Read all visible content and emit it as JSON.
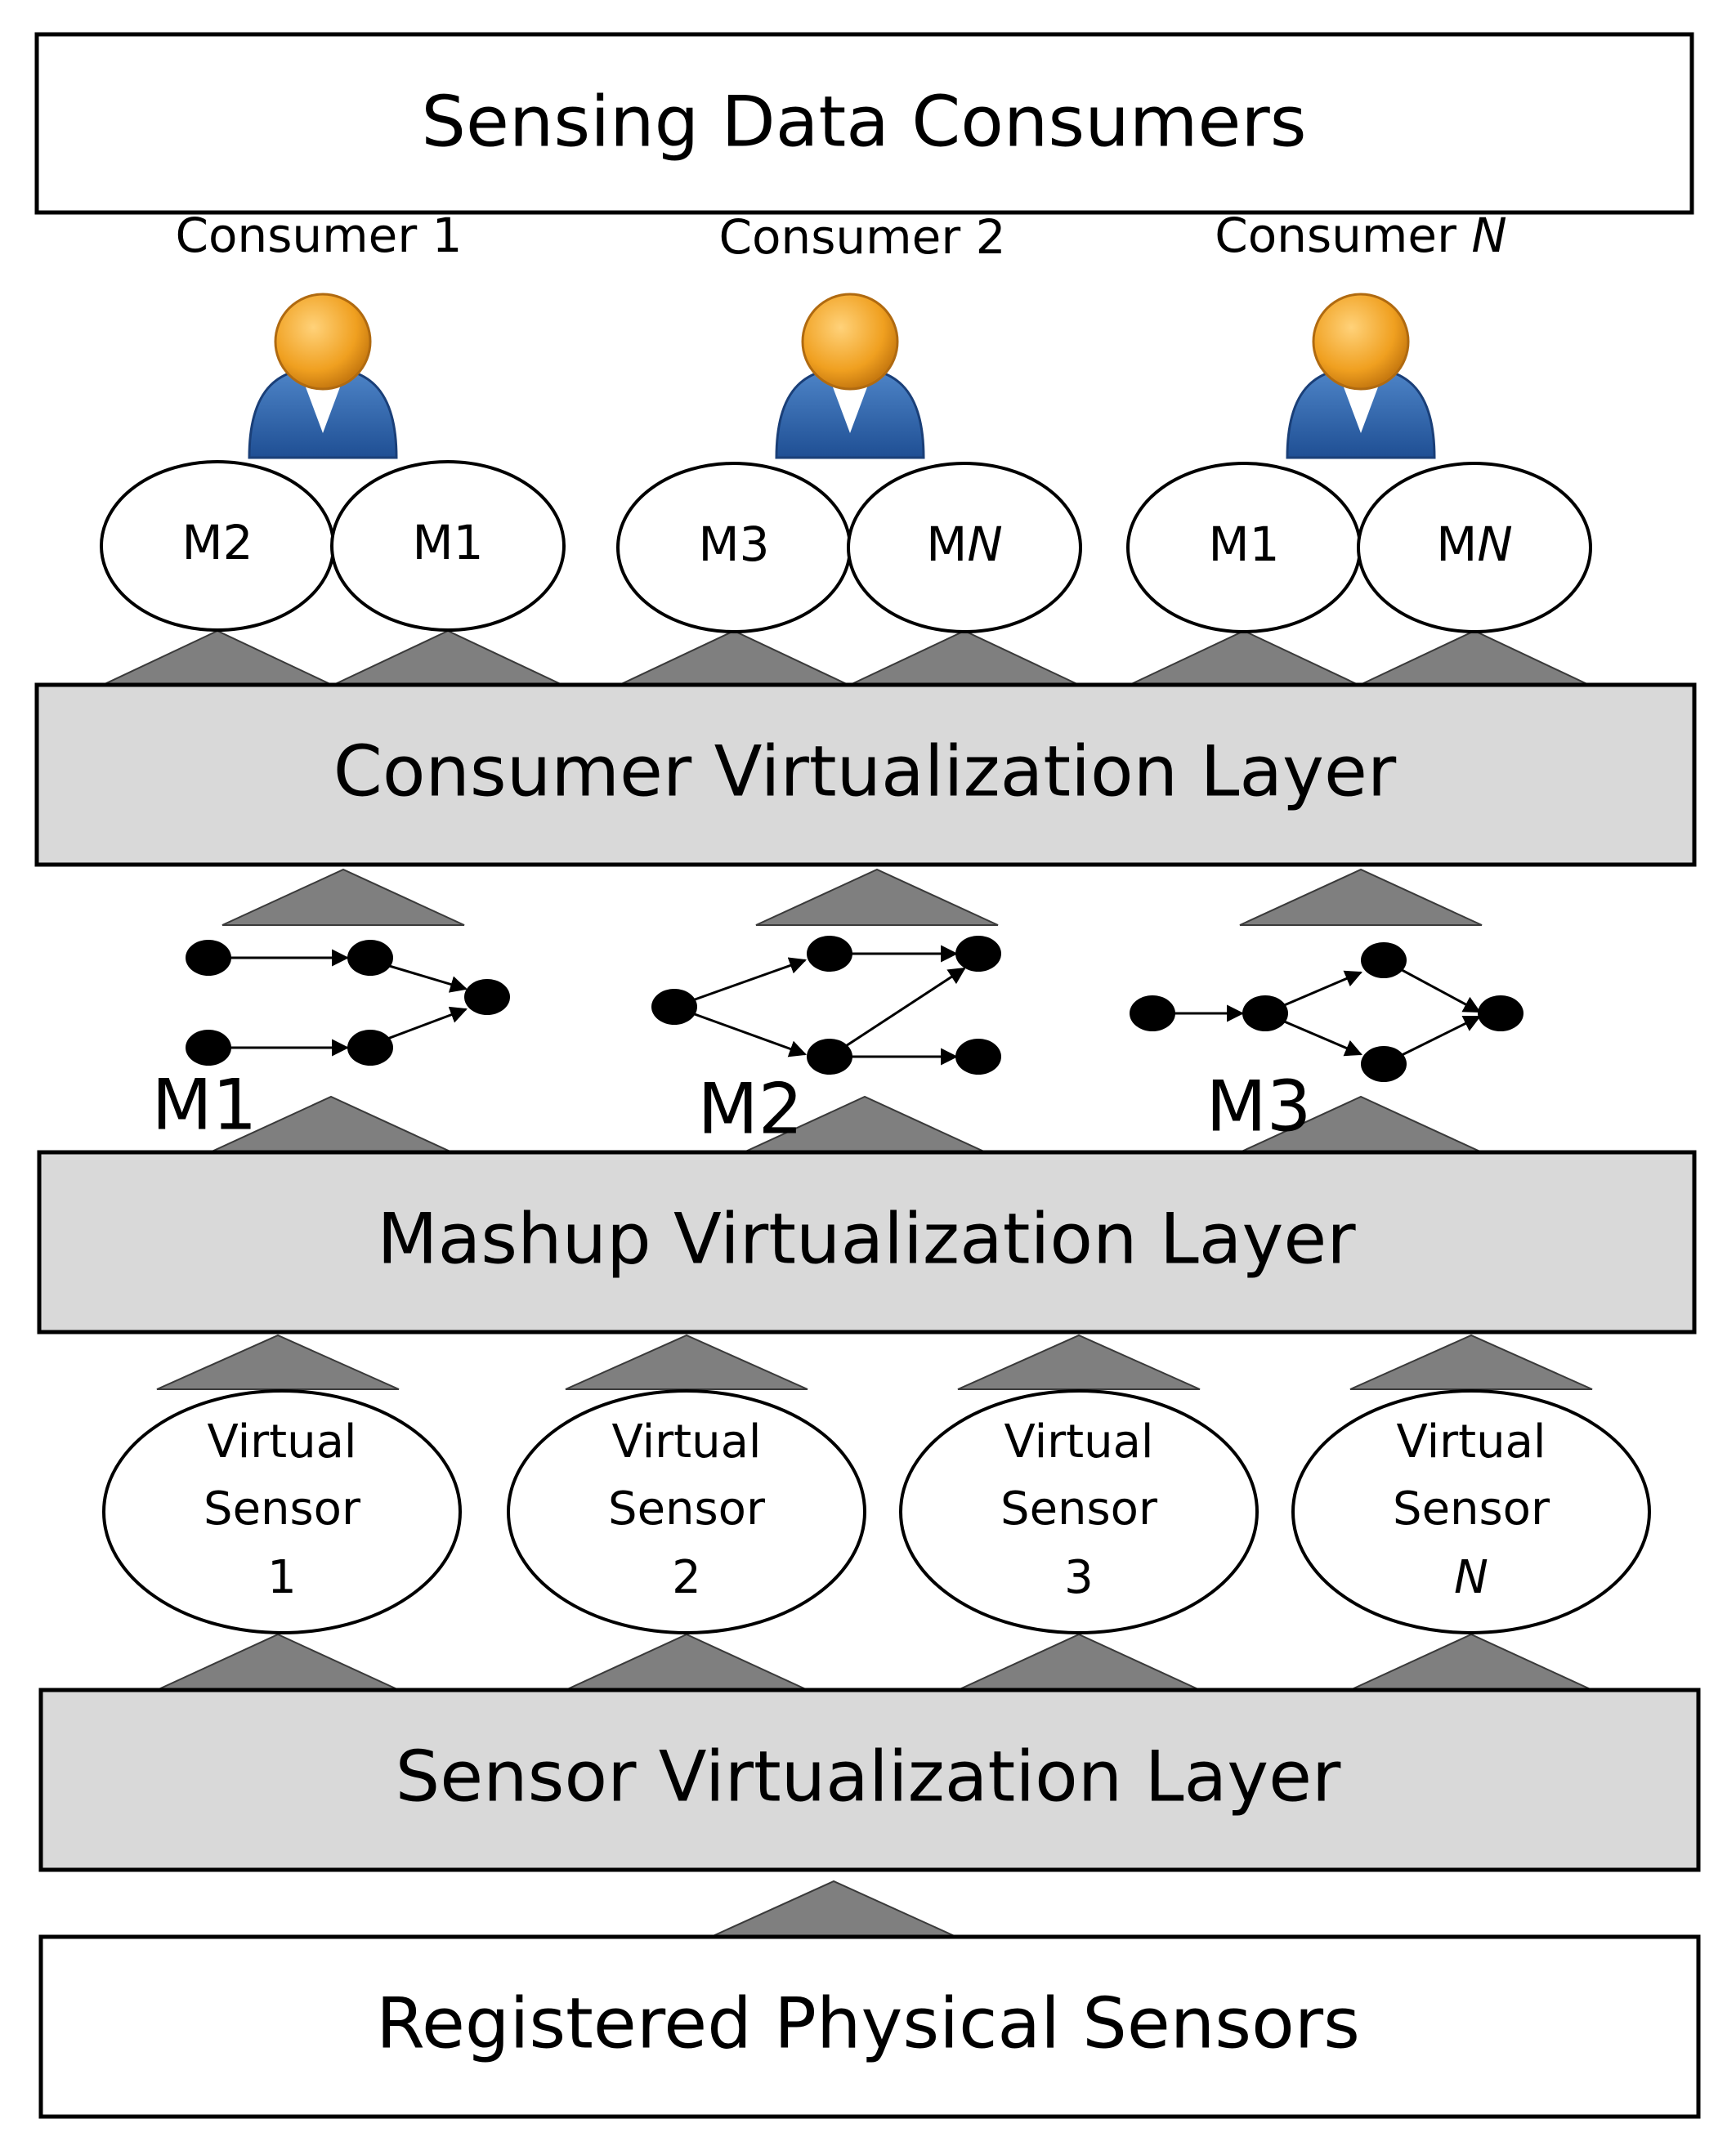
{
  "top_box": "Sensing Data Consumers",
  "consumers": [
    {
      "prefix": "Consumer ",
      "suffix": "1",
      "italic_suffix": false,
      "mashups": [
        {
          "prefix": "M",
          "suffix": "2",
          "italic": false
        },
        {
          "prefix": "M",
          "suffix": "1",
          "italic": false
        }
      ]
    },
    {
      "prefix": "Consumer ",
      "suffix": "2",
      "italic_suffix": false,
      "mashups": [
        {
          "prefix": "M",
          "suffix": "3",
          "italic": false
        },
        {
          "prefix": "M",
          "suffix": "N",
          "italic": true
        }
      ]
    },
    {
      "prefix": "Consumer ",
      "suffix": "N",
      "italic_suffix": true,
      "mashups": [
        {
          "prefix": "M",
          "suffix": "1",
          "italic": false
        },
        {
          "prefix": "M",
          "suffix": "N",
          "italic": true
        }
      ]
    }
  ],
  "consumer_layer": "Consumer Virtualization Layer",
  "mashup_labels": [
    "M1",
    "M2",
    "M3"
  ],
  "mashup_layer": "Mashup Virtualization Layer",
  "virtual_sensors": [
    {
      "line1": "Virtual",
      "line2": "Sensor",
      "line3": "1",
      "italic": false
    },
    {
      "line1": "Virtual",
      "line2": "Sensor",
      "line3": "2",
      "italic": false
    },
    {
      "line1": "Virtual",
      "line2": "Sensor",
      "line3": "3",
      "italic": false
    },
    {
      "line1": "Virtual",
      "line2": "Sensor",
      "line3": "N",
      "italic": true
    }
  ],
  "sensor_layer": "Sensor Virtualization Layer",
  "bottom_box": "Registered Physical Sensors",
  "colors": {
    "layer_fill": "#d9d9d9",
    "triangle_fill": "#7f7f7f",
    "avatar_head": "#f0a020",
    "avatar_body": "#2f63a8"
  },
  "icons": [
    "user-avatar-icon"
  ]
}
